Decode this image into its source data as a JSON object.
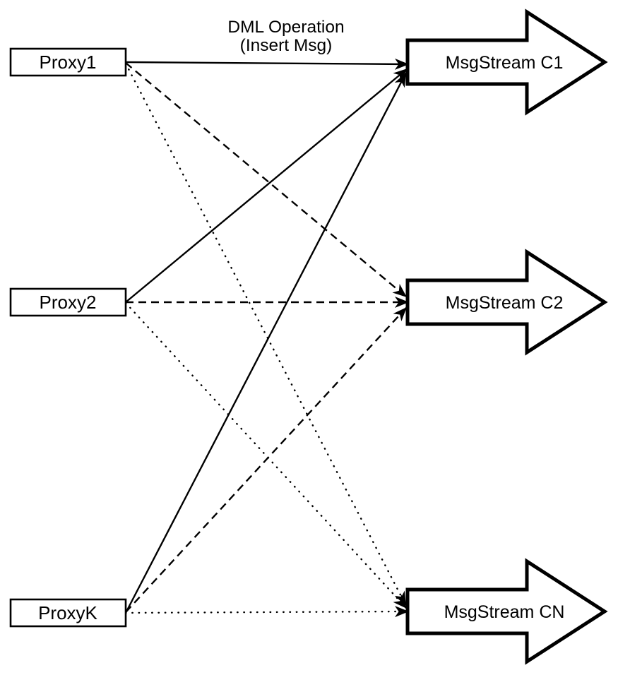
{
  "diagram": {
    "background_color": "#ffffff",
    "stroke_color": "#000000",
    "title": {
      "line1": "DML Operation",
      "line2": "(Insert Msg)"
    },
    "proxies": [
      {
        "label": "Proxy1"
      },
      {
        "label": "Proxy2"
      },
      {
        "label": "ProxyK"
      }
    ],
    "streams": [
      {
        "label": "MsgStream C1"
      },
      {
        "label": "MsgStream C2"
      },
      {
        "label": "MsgStream CN"
      }
    ],
    "edges": [
      {
        "from": "Proxy1",
        "to": "MsgStream C1",
        "style": "solid"
      },
      {
        "from": "Proxy2",
        "to": "MsgStream C1",
        "style": "solid"
      },
      {
        "from": "ProxyK",
        "to": "MsgStream C1",
        "style": "solid"
      },
      {
        "from": "Proxy1",
        "to": "MsgStream C2",
        "style": "dashed"
      },
      {
        "from": "Proxy2",
        "to": "MsgStream C2",
        "style": "dashed"
      },
      {
        "from": "ProxyK",
        "to": "MsgStream C2",
        "style": "dashed"
      },
      {
        "from": "Proxy1",
        "to": "MsgStream CN",
        "style": "dotted"
      },
      {
        "from": "Proxy2",
        "to": "MsgStream CN",
        "style": "dotted"
      },
      {
        "from": "ProxyK",
        "to": "MsgStream CN",
        "style": "dotted"
      }
    ]
  }
}
